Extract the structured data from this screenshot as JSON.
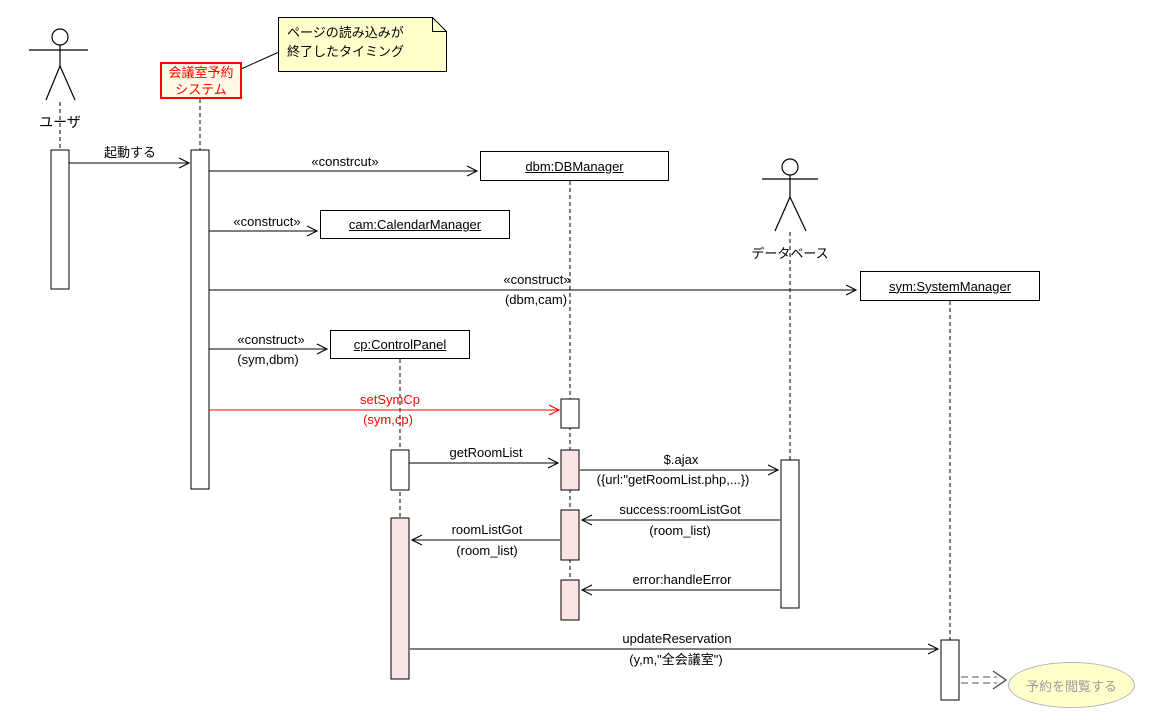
{
  "note": {
    "line1": "ページの読み込みが",
    "line2": "終了したタイミング"
  },
  "actors": {
    "user": "ユーザ",
    "database": "データベース"
  },
  "objects": {
    "system": {
      "line1": "会議室予約",
      "line2": "システム"
    },
    "dbm": "dbm:DBManager",
    "cam": "cam:CalendarManager",
    "sym": "sym:SystemManager",
    "cp": "cp:ControlPanel"
  },
  "messages": {
    "start": {
      "label": "起動する"
    },
    "construct_dbm": {
      "label": "«constrcut»"
    },
    "construct_cam": {
      "label": "«construct»"
    },
    "construct_sym": {
      "label": "«construct»",
      "params": "(dbm,cam)"
    },
    "construct_cp": {
      "label": "«construct»",
      "params": "(sym,dbm)"
    },
    "set_sym_cp": {
      "label": "setSymCp",
      "params": "(sym,cp)"
    },
    "get_room_list": {
      "label": "getRoomList"
    },
    "ajax": {
      "label": "$.ajax",
      "params": "({url:\"getRoomList.php,...})"
    },
    "success": {
      "label": "success:roomListGot",
      "params": "(room_list)"
    },
    "room_list_got": {
      "label": "roomListGot",
      "params": "(room_list)"
    },
    "error": {
      "label": "error:handleError"
    },
    "update_reservation": {
      "label": "updateReservation",
      "params": "(y,m,\"全会議室\")"
    }
  },
  "use_case": {
    "label": "予約を閲覧する"
  },
  "colors": {
    "highlight": "#ff0000",
    "note_fill": "#ffffcc",
    "activation_pink": "#fbe4e4",
    "usecase_fill": "#ffffcc",
    "usecase_text": "#9b9b9b"
  }
}
